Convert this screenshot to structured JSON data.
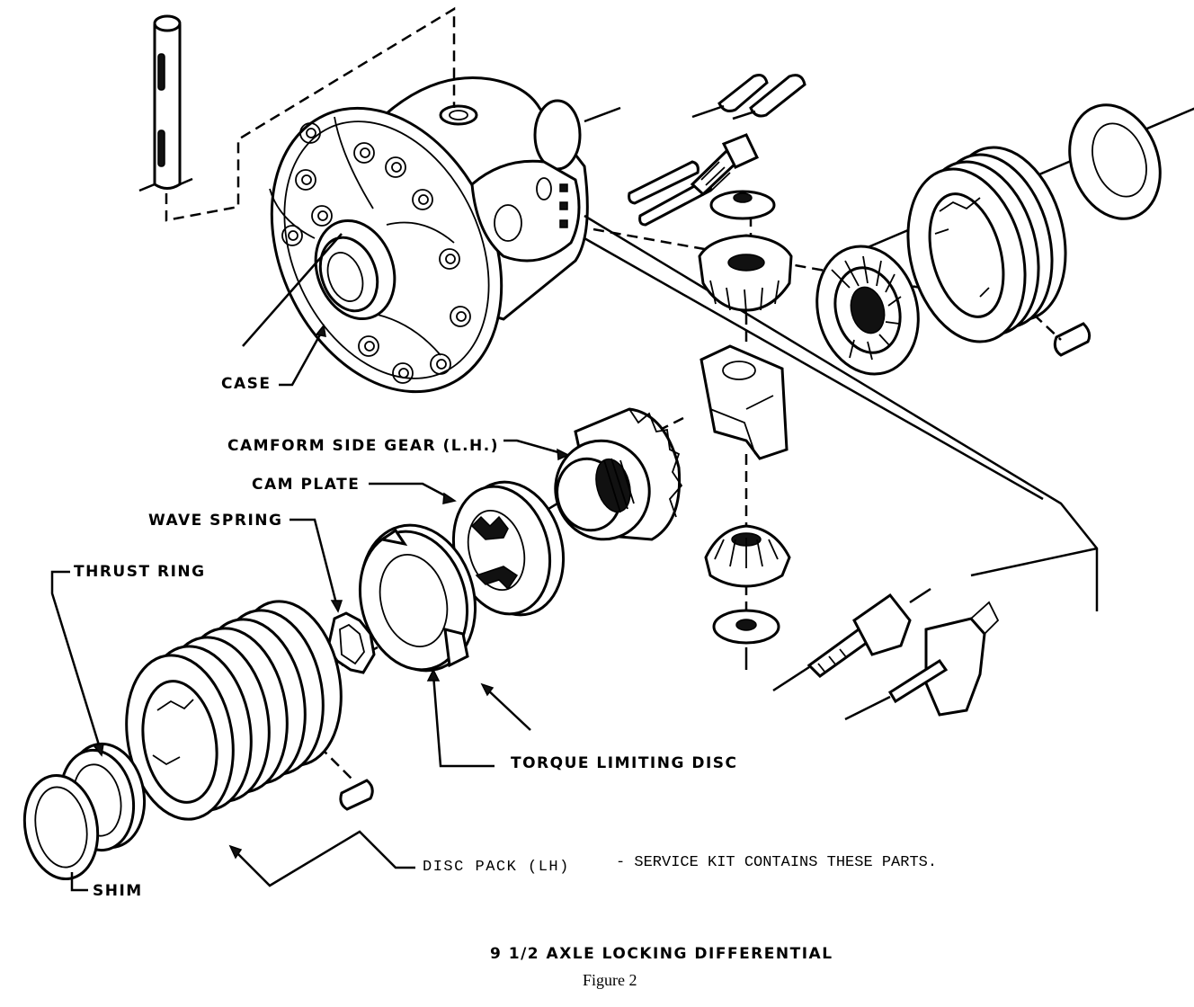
{
  "labels": {
    "case": "CASE",
    "camform_side_gear": "CAMFORM SIDE GEAR (L.H.)",
    "cam_plate": "CAM PLATE",
    "wave_spring": "WAVE SPRING",
    "thrust_ring": "THRUST RING",
    "torque_limiting_disc": "TORQUE LIMITING DISC",
    "shim": "SHIM",
    "disc_pack_prefix": "DISC PACK  (LH)",
    "disc_pack_note": "- SERVICE KIT CONTAINS THESE PARTS."
  },
  "caption": {
    "title": "9 1/2  AXLE LOCKING DIFFERENTIAL",
    "figure": "Figure 2"
  }
}
